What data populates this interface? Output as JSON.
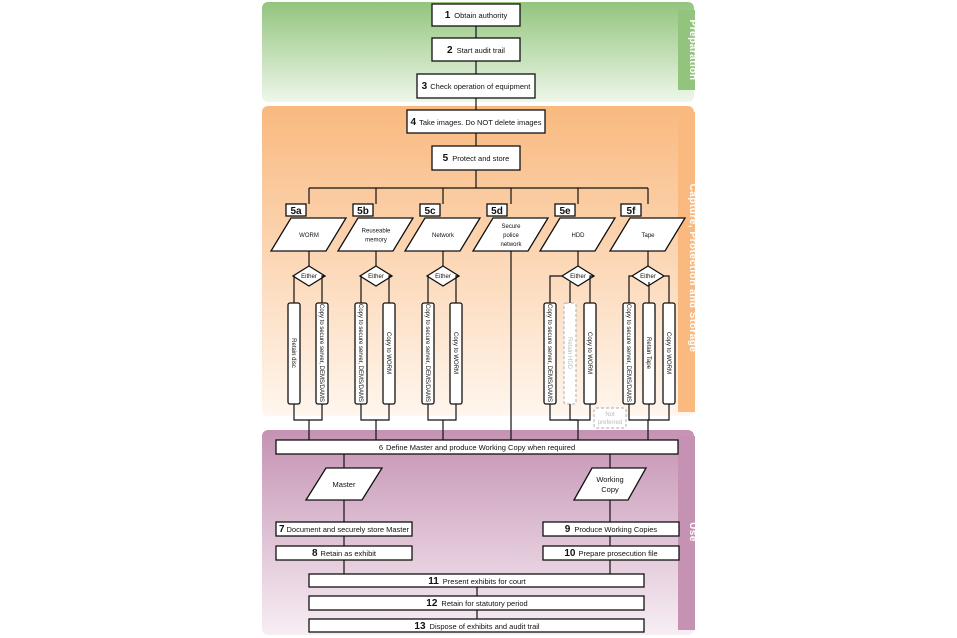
{
  "sections": {
    "preparation": "Preparation",
    "capture": "Capture, Protection and Storage",
    "use": "Use"
  },
  "steps": [
    {
      "num": "1",
      "label": "Obtain authority"
    },
    {
      "num": "2",
      "label": "Start audit trail"
    },
    {
      "num": "3",
      "label": "Check operation of equipment"
    },
    {
      "num": "4",
      "label": "Take images. Do NOT delete images"
    },
    {
      "num": "5",
      "label": "Protect and store"
    },
    {
      "num": "6",
      "label": "Define Master and produce Working Copy when required"
    },
    {
      "num": "7",
      "label": "Document and securely store Master"
    },
    {
      "num": "8",
      "label": "Retain as exhibit"
    },
    {
      "num": "9",
      "label": "Produce Working Copies"
    },
    {
      "num": "10",
      "label": "Prepare prosecution file"
    },
    {
      "num": "11",
      "label": "Present exhibits for court"
    },
    {
      "num": "12",
      "label": "Retain for statutory period"
    },
    {
      "num": "13",
      "label": "Dispose of exhibits and audit trail"
    }
  ],
  "media": [
    {
      "code": "5a",
      "lines": [
        "WORM"
      ],
      "either": "Either",
      "options": [
        {
          "label": "Retain disc"
        },
        {
          "label": "Copy to secure server, DEMS/DAMS"
        }
      ]
    },
    {
      "code": "5b",
      "lines": [
        "Reuseable",
        "memory"
      ],
      "either": "Either",
      "options": [
        {
          "label": "Copy to secure server, DEMS/DAMS"
        },
        {
          "label": "Copy to WORM"
        }
      ]
    },
    {
      "code": "5c",
      "lines": [
        "Network"
      ],
      "either": "Either",
      "options": [
        {
          "label": "Copy to secure server, DEMS/DAMS"
        },
        {
          "label": "Copy to WORM"
        }
      ]
    },
    {
      "code": "5d",
      "lines": [
        "Secure",
        "police",
        "network"
      ]
    },
    {
      "code": "5e",
      "lines": [
        "HDD"
      ],
      "either": "Either",
      "options": [
        {
          "label": "Copy to secure server, DEMS/DAMS"
        },
        {
          "label": "Retain HDD",
          "dimmed": true
        },
        {
          "label": "Copy to WORM"
        }
      ],
      "note": [
        "Not",
        "preferred"
      ]
    },
    {
      "code": "5f",
      "lines": [
        "Tape"
      ],
      "either": "Either",
      "options": [
        {
          "label": "Copy to secure server, DEMS/DAMS"
        },
        {
          "label": "Retain Tape"
        },
        {
          "label": "Copy to WORM"
        }
      ]
    }
  ],
  "outputs": {
    "master": "Master",
    "working_copy": [
      "Working",
      "Copy"
    ]
  },
  "colors": {
    "preparation": "#93c47d",
    "capture": "#f9b97f",
    "use": "#c592b3"
  }
}
